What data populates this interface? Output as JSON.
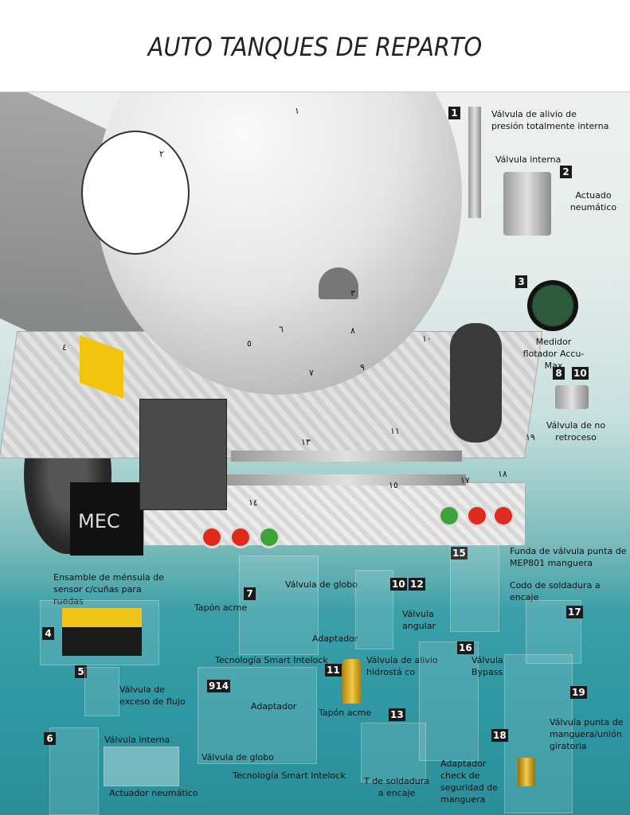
{
  "title": "AUTO TANQUES DE REPARTO",
  "truck": {
    "brand": "MEC",
    "callouts": [
      "١",
      "٢",
      "٣",
      "٤",
      "٥",
      "٦",
      "٧",
      "٨",
      "٩",
      "١٠",
      "١١",
      "١٣",
      "١٤",
      "١٥",
      "١٧",
      "١٨",
      "١٩"
    ]
  },
  "parts": [
    {
      "badge": "1",
      "label": "Válvula de alivio de presión totalmente interna"
    },
    {
      "badge": "2",
      "label": "Válvula interna",
      "label2": "Actuado neumático"
    },
    {
      "badge": "3",
      "label": "Medidor flotador Accu-Max"
    },
    {
      "badges": [
        "8",
        "10"
      ],
      "label": "Válvula de no retroceso"
    },
    {
      "badge": "4",
      "label": "Ensamble de ménsula de sensor c/cuñas para ruedas"
    },
    {
      "badge": "5",
      "label": "Válvula de exceso de flujo"
    },
    {
      "badge": "6",
      "label": "Válvula interna",
      "label2": "Actuador neumático"
    },
    {
      "badge": "7",
      "label": "Válvula de globo",
      "label2": "Tapón acme",
      "label3": "Adaptador",
      "label4": "Tecnología Smart Intelock"
    },
    {
      "badge": "914",
      "label": "Adaptador",
      "label2": "Válvula de globo",
      "label3": "Tecnología Smart Intelock",
      "label4": "Tapón acme"
    },
    {
      "badges": [
        "10",
        "12"
      ],
      "label": "Válvula angular"
    },
    {
      "badge": "11",
      "label": "Válvula de alivio hidrostá co"
    },
    {
      "badge": "13",
      "label": "T de soldadura a encaje"
    },
    {
      "badge": "15",
      "label": "Funda de válvula punta de MEP801 manguera"
    },
    {
      "badge": "16",
      "label": "Válvula Bypass"
    },
    {
      "badge": "17",
      "label": "Codo de soldadura a encaje"
    },
    {
      "badge": "18",
      "label": "Adaptador check de seguridad de manguera"
    },
    {
      "badge": "19",
      "label": "Válvula punta de manguera/unión giratoria"
    }
  ]
}
